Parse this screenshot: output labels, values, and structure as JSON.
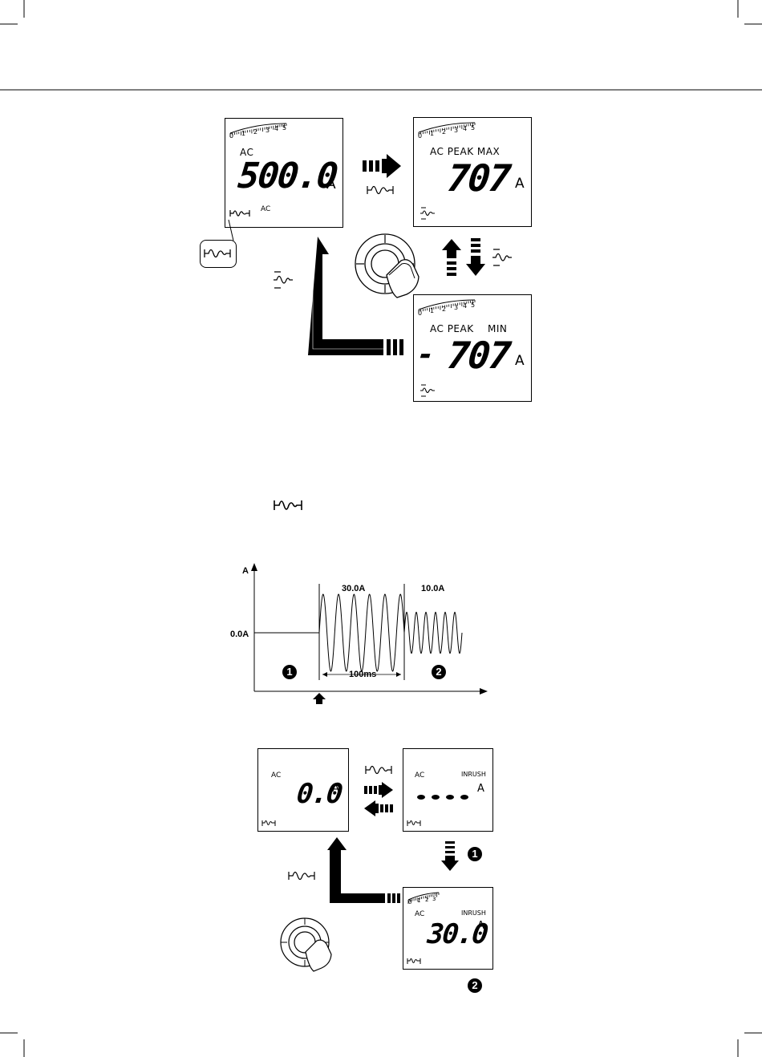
{
  "top_diagram": {
    "main_lcd": {
      "mode": "AC",
      "value": "500.0",
      "unit": "A",
      "sub": "AC",
      "scale": [
        "0",
        "1",
        "2",
        "3",
        "4",
        "5"
      ]
    },
    "max_lcd": {
      "mode": "AC PEAK MAX",
      "value": "707",
      "unit": "A",
      "scale": [
        "0",
        "1",
        "2",
        "3",
        "4",
        "5"
      ]
    },
    "min_lcd": {
      "mode": "AC PEAK",
      "mode2": "MIN",
      "sign": "-",
      "value": "707",
      "unit": "A",
      "scale": [
        "0",
        "1",
        "2",
        "3",
        "4",
        "5"
      ]
    }
  },
  "chart": {
    "chart_data": {
      "type": "line",
      "ylabel": "A",
      "annotations": [
        "0.0A",
        "30.0A",
        "10.0A",
        "100ms"
      ],
      "markers": [
        "1",
        "2"
      ],
      "segments": [
        {
          "label": "0.0A",
          "amplitude": 0
        },
        {
          "label": "30.0A",
          "amplitude": 30,
          "cycles": 5
        },
        {
          "label": "10.0A",
          "amplitude": 10,
          "cycles": 6
        }
      ],
      "duration_label": "100ms"
    }
  },
  "bottom_diagram": {
    "lcd_a": {
      "mode": "AC",
      "value": "0.0",
      "unit": "A"
    },
    "lcd_b": {
      "mode": "AC",
      "mode2": "INRUSH",
      "unit": "A"
    },
    "lcd_c": {
      "mode": "AC",
      "mode2": "INRUSH",
      "value": "30.0",
      "unit": "A",
      "scale": [
        "0",
        "1",
        "2",
        "3"
      ]
    },
    "badge1": "1",
    "badge2": "2"
  },
  "colors": {
    "ink": "#000000",
    "paper": "#ffffff"
  }
}
